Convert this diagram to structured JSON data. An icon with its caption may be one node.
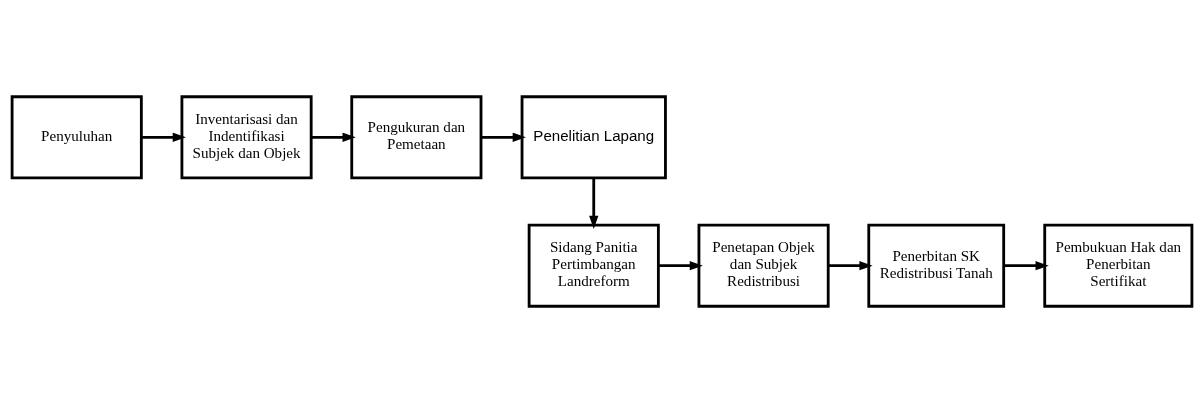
{
  "diagram": {
    "nodes": [
      {
        "text": [
          "Penyuluhan"
        ]
      },
      {
        "text": [
          "Inventarisasi dan Indentifikasi Subjek dan Objek"
        ]
      },
      {
        "text": [
          "Pengukuran dan Pemetaan"
        ]
      },
      {
        "text": [
          "Penelitian Lapang"
        ]
      },
      {
        "text": [
          "Sidang Panitia Pertimbangan Landreform"
        ]
      },
      {
        "text": [
          "Penetapan Objek dan Subjek Redistribusi"
        ]
      },
      {
        "text": [
          "Penerbitan SK Redistribusi Tanah"
        ]
      },
      {
        "text": [
          "Pembukuan Hak dan Penerbitan Sertifikat"
        ]
      }
    ],
    "edges": [
      {
        "from": 0,
        "to": 1,
        "arrow": "to"
      },
      {
        "from": 1,
        "to": 2,
        "arrow": "to"
      },
      {
        "from": 2,
        "to": 3,
        "arrow": "to"
      },
      {
        "from": 3,
        "to": 4,
        "arrow": "to"
      },
      {
        "from": 4,
        "to": 5,
        "arrow": "to"
      },
      {
        "from": 5,
        "to": 6,
        "arrow": "to"
      },
      {
        "from": 6,
        "to": 7,
        "arrow": "to"
      }
    ]
  }
}
